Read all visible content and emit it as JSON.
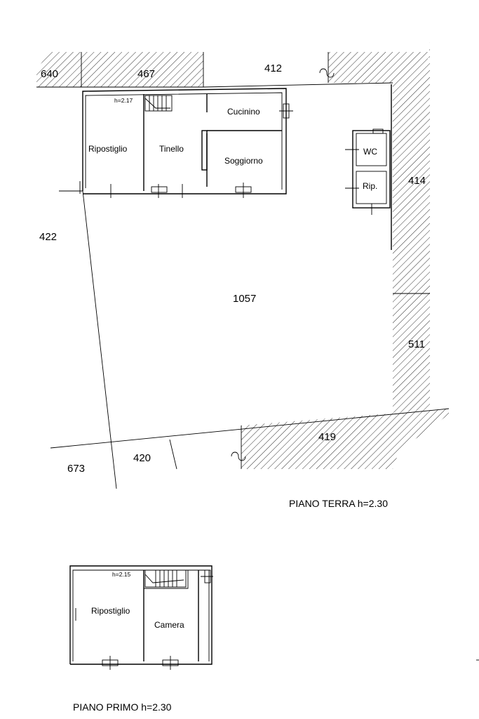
{
  "ground_floor": {
    "title": "PIANO TERRA h=2.30",
    "height_note": "h=2.17",
    "rooms": {
      "ripostiglio": "Ripostiglio",
      "tinello": "Tinello",
      "cucinino": "Cucinino",
      "soggiorno": "Soggiorno",
      "wc": "WC",
      "rip": "Rip."
    },
    "parcels": {
      "p640": "640",
      "p467": "467",
      "p412": "412",
      "p414": "414",
      "p422": "422",
      "p1057": "1057",
      "p511": "511",
      "p419": "419",
      "p420": "420",
      "p673": "673"
    }
  },
  "first_floor": {
    "title": "PIANO PRIMO h=2.30",
    "height_note": "h=2.15",
    "rooms": {
      "ripostiglio": "Ripostiglio",
      "camera": "Camera"
    }
  }
}
